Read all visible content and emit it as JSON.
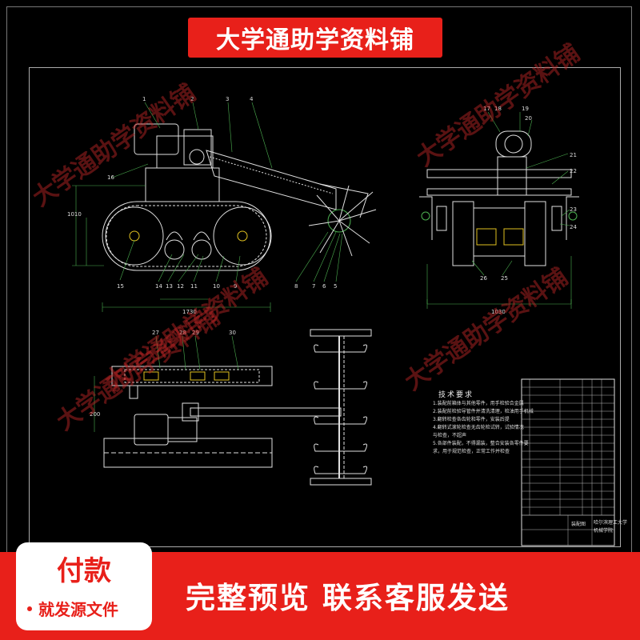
{
  "banner": {
    "title": "大学通助学资料铺"
  },
  "watermarks": [
    "大学通助学资料铺",
    "大学通助学资料铺",
    "大学通助学资料铺",
    "大学通助学资料铺",
    "大学通助学资料铺"
  ],
  "pay_card": {
    "title": "付款",
    "subtitle": "就发源文件"
  },
  "cta": {
    "text": "完整预览  联系客服发送"
  },
  "drawing": {
    "notes_title": "技术要求",
    "notes": [
      "1.装配前箱体与其他零件，用手检验合金属",
      "2.装配前检验导管件并清洗清理，检油用手机械",
      "3.翻转检查各齿轮和零件，安装后提",
      "4.翻转式滚轮检查无齿轮检试转，试验情况",
      "   与检查，不超声",
      "5.各部件装配，不得漏装，整合安装各零件要",
      "   求，用于规范检查，正常工作并检查"
    ],
    "title_block": {
      "drawing_name": "装配图",
      "school_line1": "哈尔滨理工大学",
      "school_line2": "机械学院"
    },
    "part_numbers_side": [
      "1",
      "2",
      "3",
      "4",
      "5",
      "6",
      "7",
      "8",
      "9",
      "10",
      "11",
      "12",
      "13",
      "14",
      "15",
      "16"
    ],
    "part_numbers_front": [
      "17",
      "18",
      "19",
      "20",
      "21",
      "22",
      "23",
      "24",
      "25",
      "26"
    ],
    "part_numbers_top": [
      "27",
      "28",
      "29",
      "30"
    ],
    "dimensions": {
      "front_width": "1030",
      "side_length": "1730",
      "side_height": "1010"
    }
  },
  "colors": {
    "banner_red": "#e8201a",
    "cad_line": "#e0e0e0",
    "cad_green": "#4caf50",
    "cad_yellow": "#e0c020"
  }
}
